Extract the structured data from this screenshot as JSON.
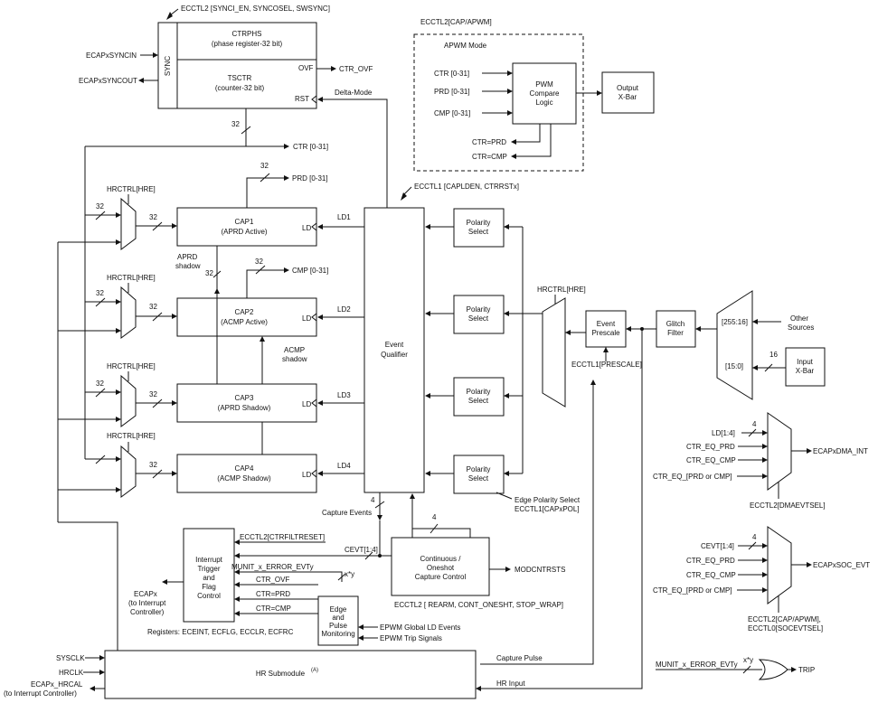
{
  "sync_block": {
    "header": "ECCTL2 [SYNCI_EN, SYNCOSEL, SWSYNC]",
    "sync_label": "SYNC",
    "ctrphs_title": "CTRPHS",
    "ctrphs_sub": "(phase register-32 bit)",
    "tsctr_title": "TSCTR",
    "tsctr_sub": "(counter-32 bit)",
    "ovf_port": "OVF",
    "rst_port": "RST",
    "ctr_ovf": "CTR_OVF",
    "delta_mode": "Delta-Mode",
    "syncin": "ECAPxSYNCIN",
    "syncout": "ECAPxSYNCOUT",
    "bus32": "32",
    "ctr_bus": "CTR [0-31]"
  },
  "apwm_block": {
    "header": "ECCTL2[CAP/APWM]",
    "mode": "APWM Mode",
    "ctr": "CTR [0-31]",
    "prd": "PRD [0-31]",
    "cmp": "CMP [0-31]",
    "logic_l1": "PWM",
    "logic_l2": "Compare",
    "logic_l3": "Logic",
    "ctr_prd": "CTR=PRD",
    "ctr_cmp": "CTR=CMP",
    "xbar_l1": "Output",
    "xbar_l2": "X-Bar"
  },
  "caps": [
    {
      "name": "CAP1",
      "sub": "(APRD Active)",
      "ld": "LD",
      "ld_label": "LD1"
    },
    {
      "name": "CAP2",
      "sub": "(ACMP Active)",
      "ld": "LD",
      "ld_label": "LD2"
    },
    {
      "name": "CAP3",
      "sub": "(APRD Shadow)",
      "ld": "LD",
      "ld_label": "LD3"
    },
    {
      "name": "CAP4",
      "sub": "(ACMP Shadow)",
      "ld": "LD",
      "ld_label": "LD4"
    }
  ],
  "capture_area": {
    "hrctrl": "HRCTRL[HRE]",
    "bus32": "32",
    "prd_bus": "PRD [0-31]",
    "cmp_bus": "CMP [0-31]",
    "aprd_l1": "APRD",
    "aprd_l2": "shadow",
    "acmp_l1": "ACMP",
    "acmp_l2": "shadow"
  },
  "event_qualifier": {
    "header": "ECCTL1 [CAPLDEN, CTRRSTx]",
    "l1": "Event",
    "l2": "Qualifier",
    "polarity_l1": "Polarity",
    "polarity_l2": "Select",
    "edge_pol_l1": "Edge Polarity Select",
    "edge_pol_l2": "ECCTL1[CAPxPOL]",
    "capture_events": "Capture Events",
    "bus4": "4"
  },
  "prescale_path": {
    "hrctrl": "HRCTRL[HRE]",
    "prescale_l1": "Event",
    "prescale_l2": "Prescale",
    "prescale_ctl": "ECCTL1[PRESCALE]",
    "glitch_l1": "Glitch",
    "glitch_l2": "Filter",
    "mux_hi": "[255:16]",
    "mux_lo": "[15:0]",
    "other_l1": "Other",
    "other_l2": "Sources",
    "bus16": "16",
    "input_l1": "Input",
    "input_l2": "X-Bar"
  },
  "dma_mux": {
    "in0": "LD[1:4]",
    "in1": "CTR_EQ_PRD",
    "in2": "CTR_EQ_CMP",
    "in3": "CTR_EQ_[PRD or CMP]",
    "bus4": "4",
    "out": "ECAPxDMA_INT",
    "sel": "ECCTL2[DMAEVTSEL]"
  },
  "soc_mux": {
    "in0": "CEVT[1:4]",
    "in1": "CTR_EQ_PRD",
    "in2": "CTR_EQ_CMP",
    "in3": "CTR_EQ_[PRD or CMP]",
    "bus4": "4",
    "out": "ECAPxSOC_EVT",
    "sel_l1": "ECCTL2[CAP/APWM],",
    "sel_l2": "ECCTL0[SOCEVTSEL]"
  },
  "continuous": {
    "l1": "Continuous /",
    "l2": "Oneshot",
    "l3": "Capture Control",
    "out": "MODCNTRSTS",
    "ctl": "ECCTL2 [ REARM, CONT_ONESHT, STOP_WRAP]",
    "cevt": "CEVT[1:4]",
    "bus4": "4"
  },
  "interrupt": {
    "l1": "Interrupt",
    "l2": "Trigger",
    "l3": "and",
    "l4": "Flag",
    "l5": "Control",
    "ctrfilt": "ECCTL2[CTRFILTRESET]",
    "munit_err": "MUNIT_x_ERROR_EVTy",
    "ctr_ovf": "CTR_OVF",
    "ctr_prd": "CTR=PRD",
    "ctr_cmp": "CTR=CMP",
    "xy": "x*y",
    "ecapx_l1": "ECAPx",
    "ecapx_l2": "(to Interrupt",
    "ecapx_l3": "Controller)",
    "registers": "Registers: ECEINT, ECFLG, ECCLR, ECFRC"
  },
  "edge_mon": {
    "l1": "Edge",
    "l2": "and",
    "l3": "Pulse",
    "l4": "Monitoring",
    "epwm_ld": "EPWM Global LD Events",
    "epwm_trip": "EPWM Trip Signals"
  },
  "hr": {
    "title": "HR Submodule",
    "sup": "(A)",
    "sysclk": "SYSCLK",
    "hrclk": "HRCLK",
    "hrcal_l1": "ECAPx_HRCAL",
    "hrcal_l2": "(to Interrupt Controller)",
    "capture_pulse": "Capture Pulse",
    "hr_input": "HR Input"
  },
  "trip": {
    "in": "MUNIT_x_ERROR_EVTy",
    "xy": "x*y",
    "out": "TRIP"
  }
}
